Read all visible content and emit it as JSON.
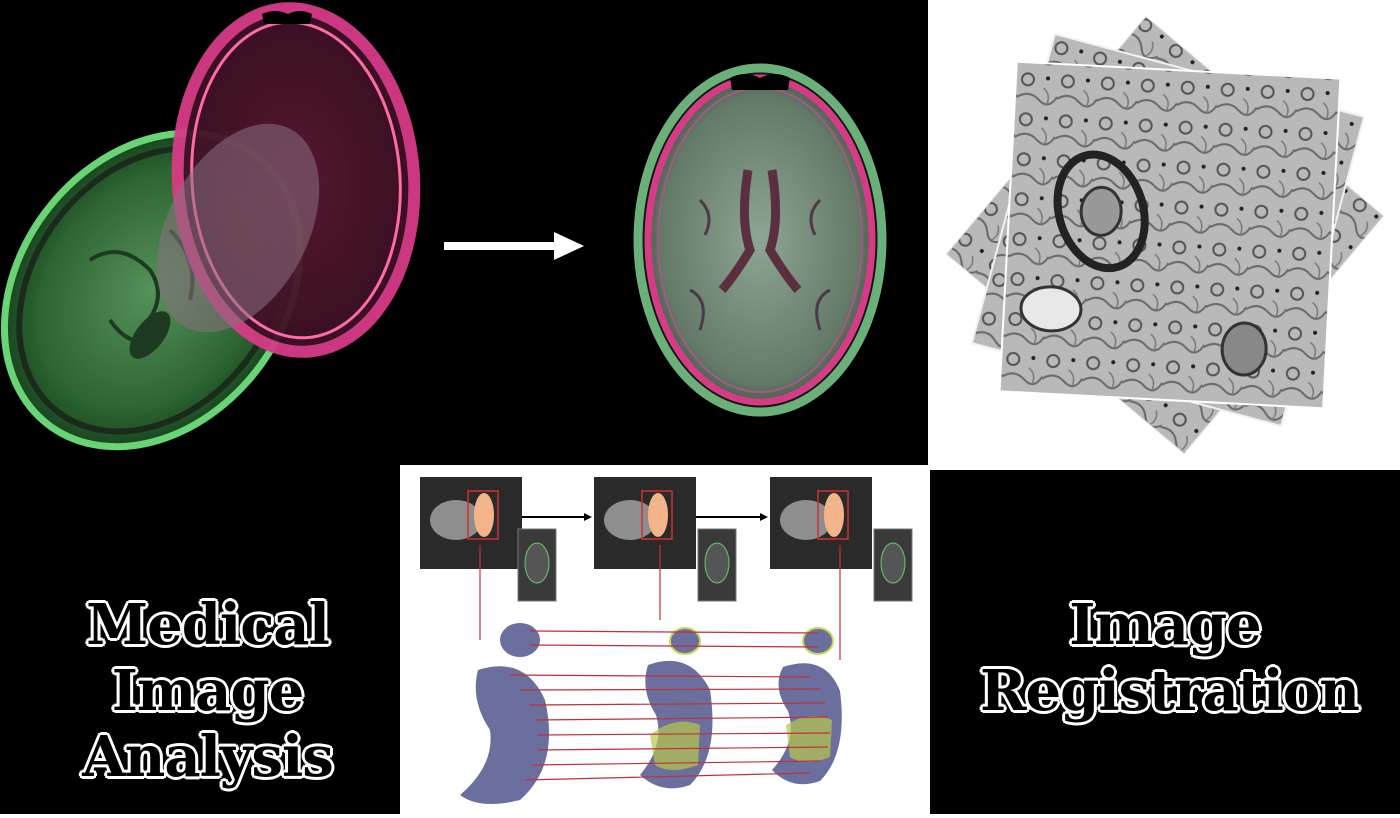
{
  "captions": {
    "left_line1": "Medical Image",
    "left_line2": "Analysis",
    "right_line1": "Image",
    "right_line2": "Registration"
  },
  "colors": {
    "moving_image": "#d63c86",
    "fixed_image": "#58c868",
    "arrow": "#ffffff",
    "lung_mask": "#f4b48a",
    "mesh": "#6b6f9e",
    "correspondence_lines": "#c0303a"
  },
  "icons": [
    "right-arrow-icon"
  ]
}
